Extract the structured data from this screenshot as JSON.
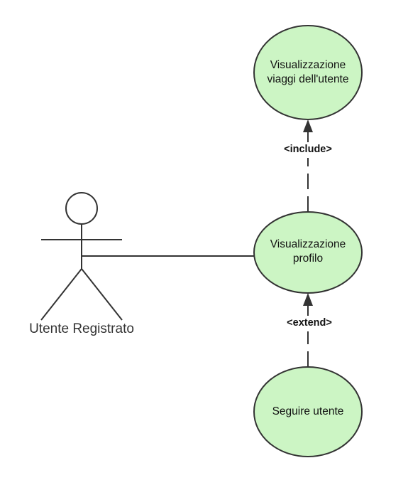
{
  "diagram": {
    "actor": {
      "name": "Utente Registrato"
    },
    "use_cases": [
      {
        "id": "uc-visualizzazione-viaggi",
        "label": "Visualizzazione\nviaggi dell'utente"
      },
      {
        "id": "uc-visualizzazione-profilo",
        "label": "Visualizzazione\nprofilo"
      },
      {
        "id": "uc-seguire-utente",
        "label": "Seguire utente"
      }
    ],
    "relationships": [
      {
        "type": "include",
        "label": "<include>",
        "from": "Visualizzazione profilo",
        "to": "Visualizzazione viaggi dell'utente"
      },
      {
        "type": "extend",
        "label": "<extend>",
        "from": "Seguire utente",
        "to": "Visualizzazione profilo"
      }
    ],
    "colors": {
      "use_case_fill": "#ccf5c4",
      "stroke": "#333333"
    }
  }
}
